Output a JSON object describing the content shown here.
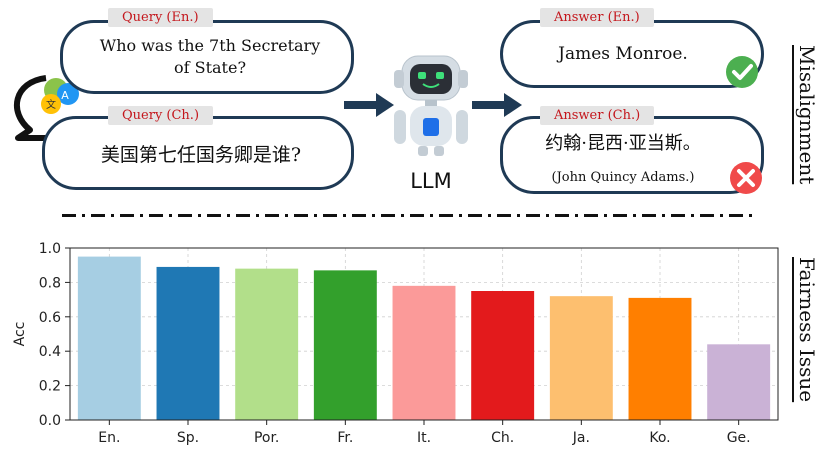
{
  "queries": [
    {
      "tag": "Query (En.)",
      "text_lines": [
        "Who was the 7th Secretary",
        "of State?"
      ]
    },
    {
      "tag": "Query (Ch.)",
      "text_lines": [
        "美国第七任国务卿是谁?"
      ]
    }
  ],
  "answers": [
    {
      "tag": "Answer (En.)",
      "text": "James Monroe.",
      "sub": "",
      "status": "correct",
      "status_icon": "check-icon",
      "status_color": "#4caf50"
    },
    {
      "tag": "Answer (Ch.)",
      "text": "约翰·昆西·亚当斯。",
      "sub": "(John Quincy Adams.)",
      "status": "wrong",
      "status_icon": "cross-icon",
      "status_color": "#f04a4a"
    }
  ],
  "model_label": "LLM",
  "side_labels": {
    "top": "Misalignment",
    "bottom": "Fairness Issue"
  },
  "colors": {
    "bubble_border": "#1f3a55",
    "tag_text": "#c4161c",
    "tag_bg": "#e4e4e4",
    "arrow": "#1f3a55"
  },
  "icons": {
    "translate": "translate-icon",
    "robot": "robot-icon",
    "arrow": "right-arrow-icon"
  },
  "chart_data": {
    "type": "bar",
    "categories": [
      "En.",
      "Sp.",
      "Por.",
      "Fr.",
      "It.",
      "Ch.",
      "Ja.",
      "Ko.",
      "Ge."
    ],
    "values": [
      0.95,
      0.89,
      0.88,
      0.87,
      0.78,
      0.75,
      0.72,
      0.71,
      0.44
    ],
    "colors": [
      "#a6cee3",
      "#1f78b4",
      "#b2df8a",
      "#33a02c",
      "#fb9a99",
      "#e31a1c",
      "#fdbf6f",
      "#ff7f00",
      "#cab2d6"
    ],
    "ylabel": "Acc",
    "ylim": [
      0.0,
      1.0
    ],
    "yticks": [
      "0.0",
      "0.2",
      "0.4",
      "0.6",
      "0.8",
      "1.0"
    ],
    "grid": true
  }
}
